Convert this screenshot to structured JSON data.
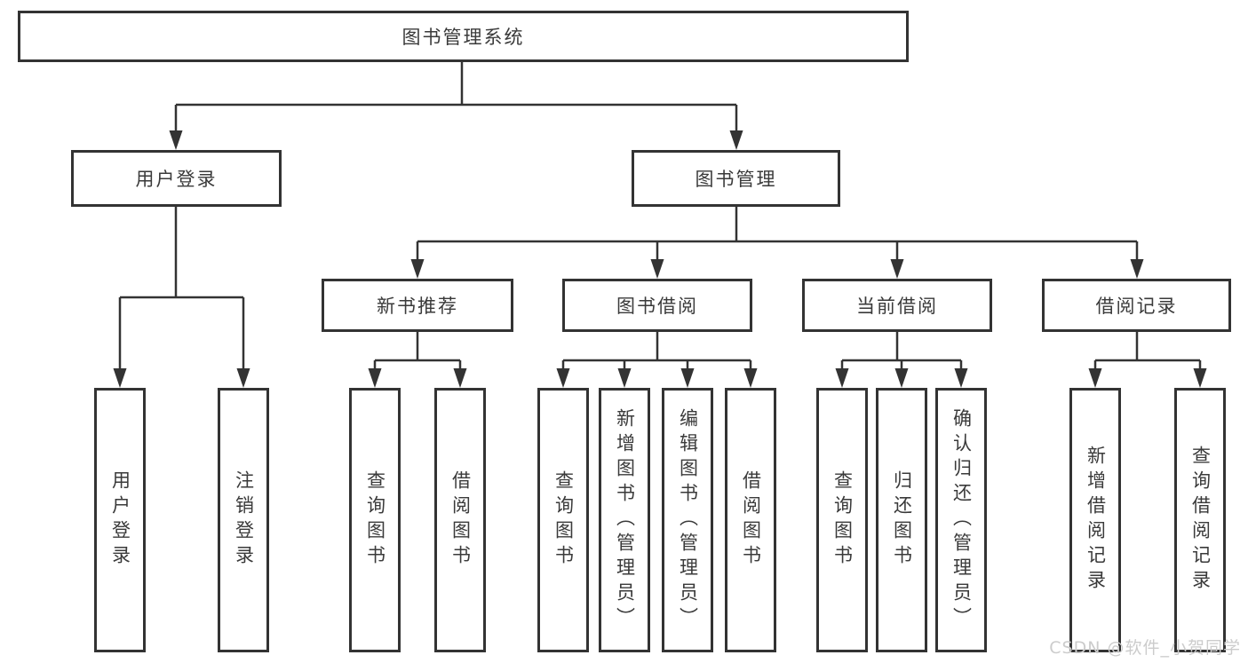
{
  "diagram": {
    "type": "hierarchy-tree",
    "root": {
      "label": "图书管理系统"
    },
    "branches": [
      {
        "label": "用户登录",
        "children": [
          "用户登录",
          "注销登录"
        ]
      },
      {
        "label": "图书管理",
        "sections": [
          {
            "label": "新书推荐",
            "children": [
              "查询图书",
              "借阅图书"
            ]
          },
          {
            "label": "图书借阅",
            "children": [
              "查询图书",
              "新增图书（管理员）",
              "编辑图书（管理员）",
              "借阅图书"
            ]
          },
          {
            "label": "当前借阅",
            "children": [
              "查询图书",
              "归还图书",
              "确认归还（管理员）"
            ]
          },
          {
            "label": "借阅记录",
            "children": [
              "新增借阅记录",
              "查询借阅记录"
            ]
          }
        ]
      }
    ]
  },
  "watermark": {
    "text": "CSDN @软件_小贺同学"
  },
  "colors": {
    "background": "#ffffff",
    "box_border": "#333333",
    "connector_line": "#333333",
    "text": "#3a3a3a",
    "watermark": "#cccccc"
  }
}
